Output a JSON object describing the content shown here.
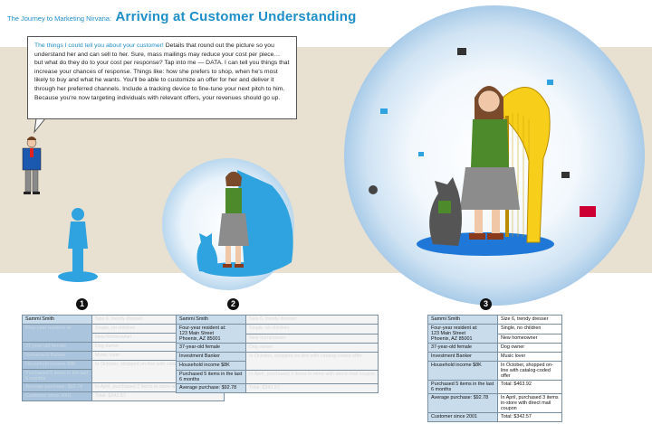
{
  "header": {
    "series": "The Journey to Marketing Nirvana:",
    "title": "Arriving at Customer Understanding"
  },
  "speech": {
    "lead": "The things I could tell you about your customer!",
    "body": " Details that round out the picture so you understand her and can sell to her. Sure, mass mailings may reduce your cost per piece… but what do they do to your cost per response? Tap into me — DATA. I can tell you things that increase your chances of response. Things like: how she prefers to shop, when he's most likely to buy and what he wants. You'll be able to customize an offer for her and deliver it through her preferred channels. Include a tracking device to fine-tune your next pitch to him. Because you're now targeting individuals with relevant offers, your revenues should go up."
  },
  "stages": [
    {
      "number": "1"
    },
    {
      "number": "2"
    },
    {
      "number": "3"
    }
  ],
  "profile": {
    "name": "Sammi Smith",
    "resident": "Four-year resident at:",
    "address1": "123 Main Street",
    "address2": "Phoenix, AZ 85001",
    "age": "37-year-old female",
    "job": "Investment Banker",
    "income": "Household income $8K",
    "purchased": "Purchased 5 items in the last 6 months",
    "average": "Average purchase: $92.78",
    "since": "Customer since 2001",
    "size": "Size 6, trendy dresser",
    "single": "Single, no children",
    "homeowner": "New homeowner",
    "dog": "Dog owner",
    "music": "Music lover",
    "october": "In October, shopped on-line with catalog-coded offer",
    "total1": "Total: $463.92",
    "april": "In April, purchased 3 items in-store with direct mail coupon",
    "total2": "Total: $342.57"
  },
  "colors": {
    "accent": "#1f8fc9",
    "band": "#e8e1d1",
    "silhouette": "#2ea3e0"
  }
}
